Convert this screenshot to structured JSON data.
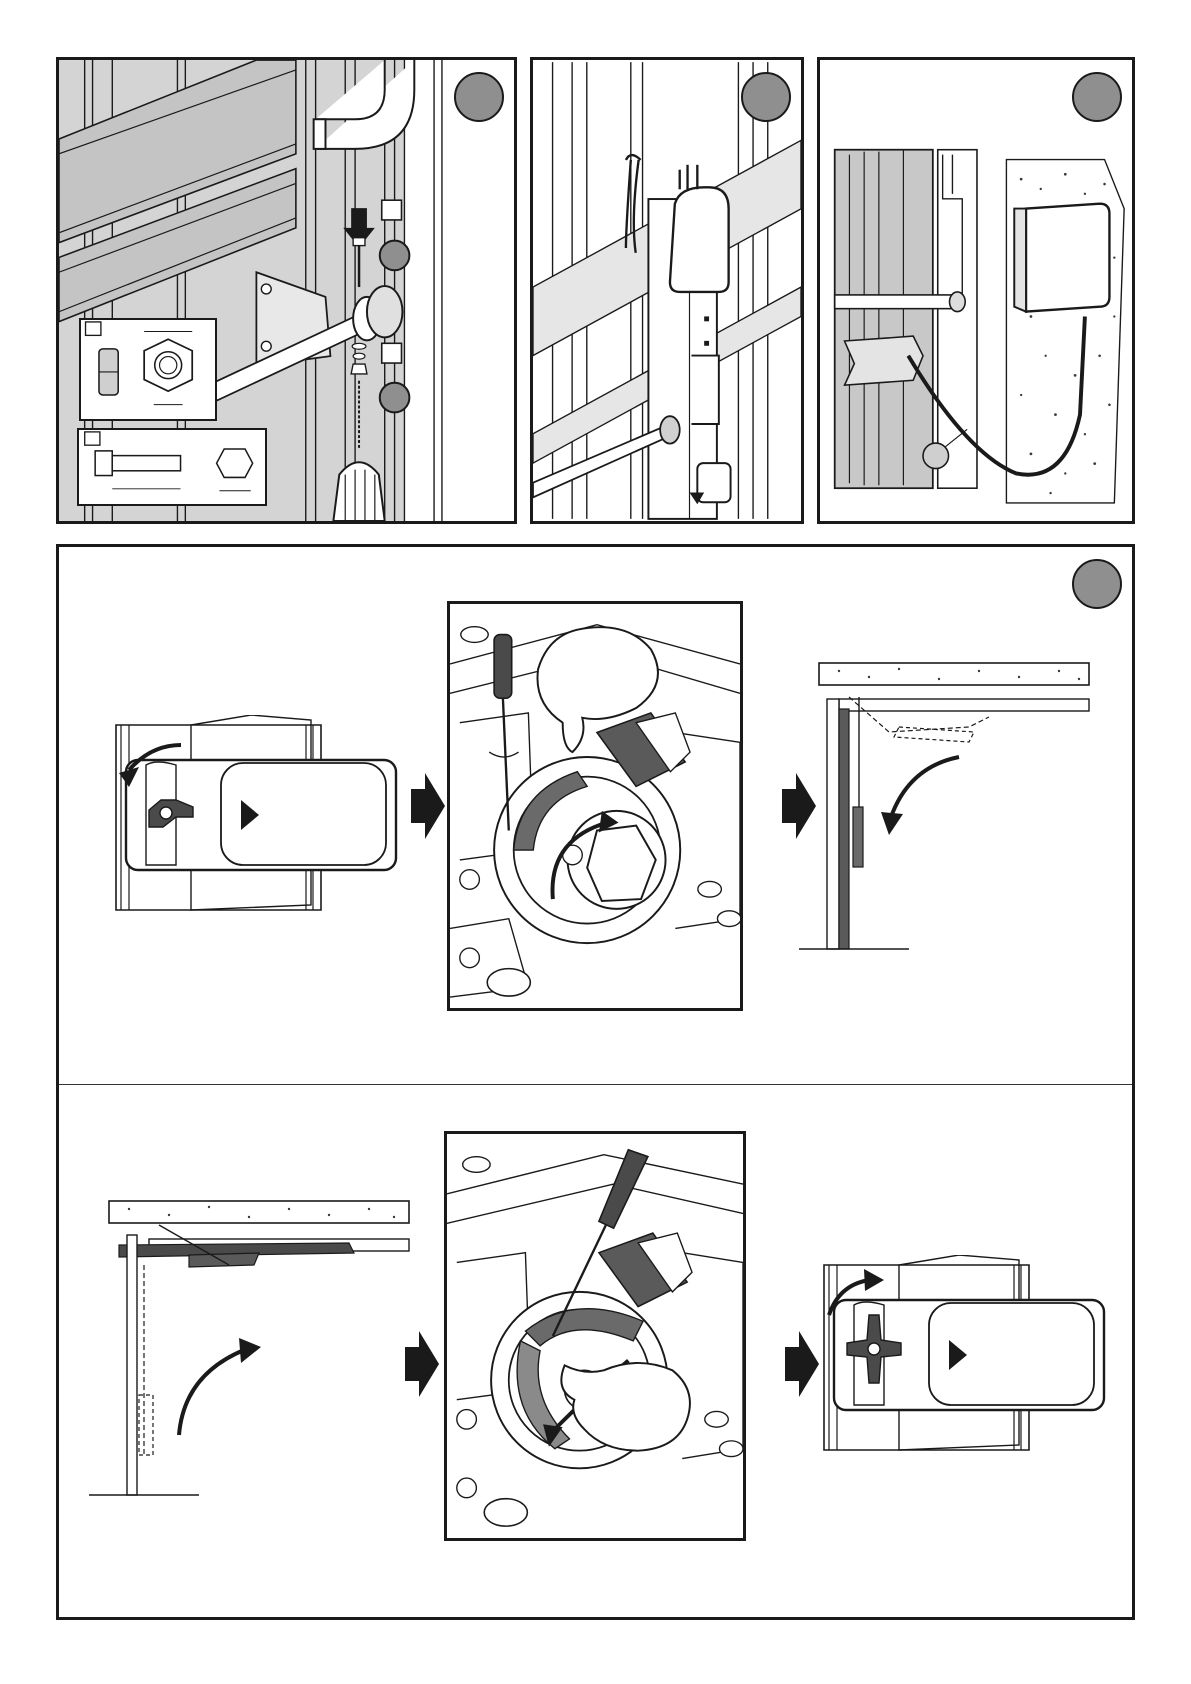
{
  "document": {
    "kind": "installation-instruction-page",
    "panels": [
      {
        "id": "panel-1",
        "content": "bracket-fixing-detail",
        "badge": "step-badge"
      },
      {
        "id": "panel-2",
        "content": "motor-unit-on-door",
        "badge": "step-badge"
      },
      {
        "id": "panel-3",
        "content": "control-box-cable",
        "badge": "step-badge"
      },
      {
        "id": "panel-4",
        "content": "limit-switch-adjustment",
        "badge": "step-badge"
      }
    ],
    "icons": {
      "flow": "flow-arrow-icon",
      "rotate": "rotate-arrow-icon",
      "badge": "step-badge-icon"
    }
  },
  "colors": {
    "line": "#1a1a1a",
    "badge_fill": "#8f8f8f",
    "door_fill": "#cfcfcf",
    "wall_speckle": "#3a3a3a"
  }
}
